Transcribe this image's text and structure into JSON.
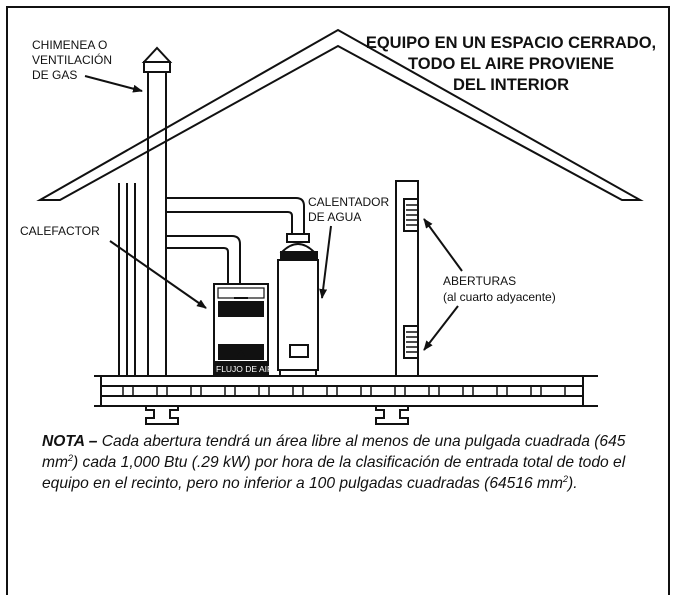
{
  "title": [
    "EQUIPO EN UN ESPACIO CERRADO,",
    "TODO EL AIRE PROVIENE",
    "DEL INTERIOR"
  ],
  "labels": {
    "chimenea": [
      "CHIMENEA O",
      "VENTILACIÓN",
      "DE GAS"
    ],
    "calentador": [
      "CALENTADOR",
      "DE AGUA"
    ],
    "calefactor": "CALEFACTOR",
    "aberturas": "ABERTURAS",
    "aberturas_sub": "(al cuarto adyacente)",
    "flujo": "FLUJO DE AIRE"
  },
  "note": {
    "label": "NOTA –",
    "t1": " Cada abertura tendrá un área libre al menos de una pulgada cuadrada (645 mm",
    "sup1": "2",
    "t2": ") cada 1,000 Btu (.29 kW) por hora de la clasificación de entrada total de todo el equipo en el recinto, pero no inferior a 100 pulgadas cuadradas (64516 mm",
    "sup2": "2",
    "t3": ")."
  }
}
